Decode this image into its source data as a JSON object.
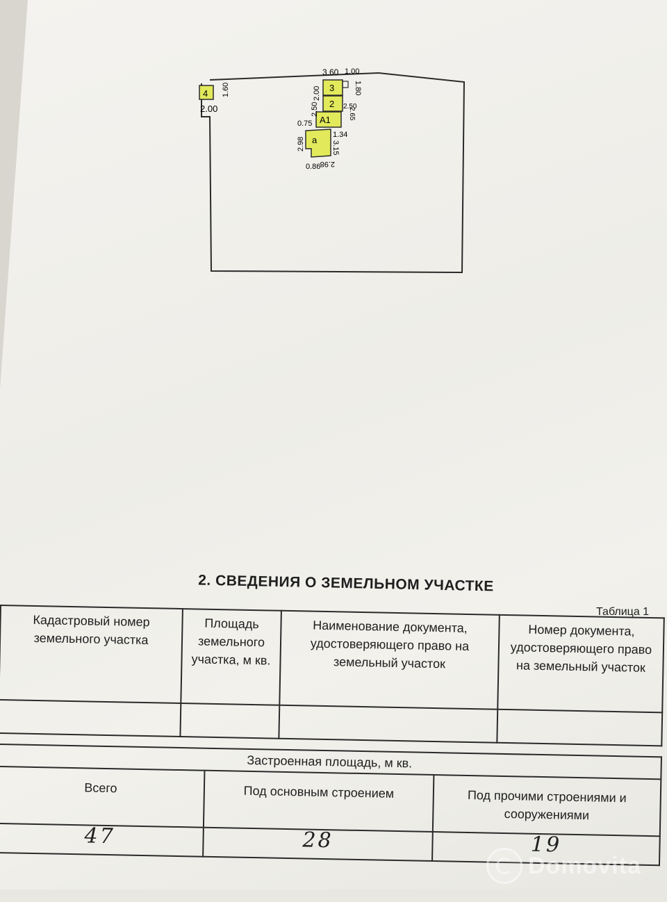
{
  "plan": {
    "labels": {
      "room_4": "4",
      "room_3": "3",
      "room_2": "2",
      "room_a1": "А1",
      "room_a": "а",
      "dim_160": "1.60",
      "dim_200_left": "2.00",
      "dim_360": "3.60",
      "dim_100": "1.00",
      "dim_180": "1.80",
      "dim_200_v": "2.00",
      "dim_250_a": "2.50",
      "dim_250_b": "2.50",
      "dim_265": "2.65",
      "dim_075": "0.75",
      "dim_134": "1.34",
      "dim_298": "2.98",
      "dim_315": "3.15",
      "dim_298b": "2.98",
      "dim_086": "0.86"
    }
  },
  "section_title": "2. СВЕДЕНИЯ О ЗЕМЕЛЬНОМ УЧАСТКЕ",
  "table_caption": "Таблица 1",
  "land_table": {
    "headers": [
      "Кадастровый номер земельного участка",
      "Площадь земельного участка, м кв.",
      "Наименование документа, удостоверяющего право на земельный участок",
      "Номер документа, удостоверяющего право на земельный участок"
    ]
  },
  "built_table": {
    "title": "Застроенная площадь, м кв.",
    "headers": [
      "Всего",
      "Под основным строением",
      "Под прочими строениями и сооружениями"
    ],
    "values": [
      "47",
      "28",
      "19"
    ]
  },
  "watermark": {
    "text": "Domovita"
  }
}
